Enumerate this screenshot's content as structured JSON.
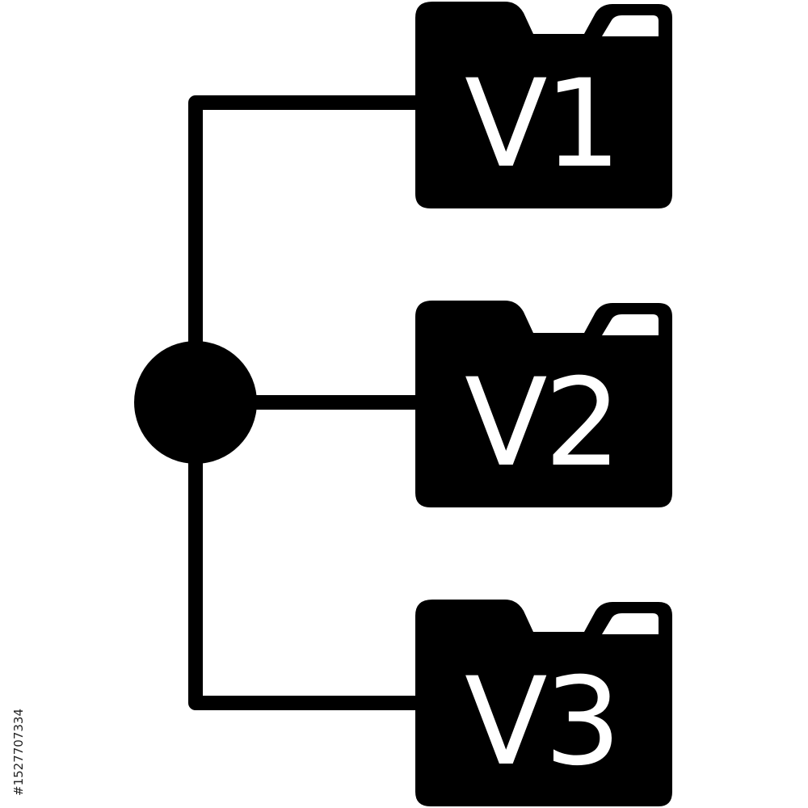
{
  "colors": {
    "ink": "#000000",
    "paper": "#ffffff"
  },
  "folders": [
    {
      "label": "V1",
      "icon": "folder-icon"
    },
    {
      "label": "V2",
      "icon": "folder-icon"
    },
    {
      "label": "V3",
      "icon": "folder-icon"
    }
  ],
  "hub": {
    "icon": "circle-node-icon"
  },
  "watermark": {
    "stock_id": "#1527707334"
  }
}
